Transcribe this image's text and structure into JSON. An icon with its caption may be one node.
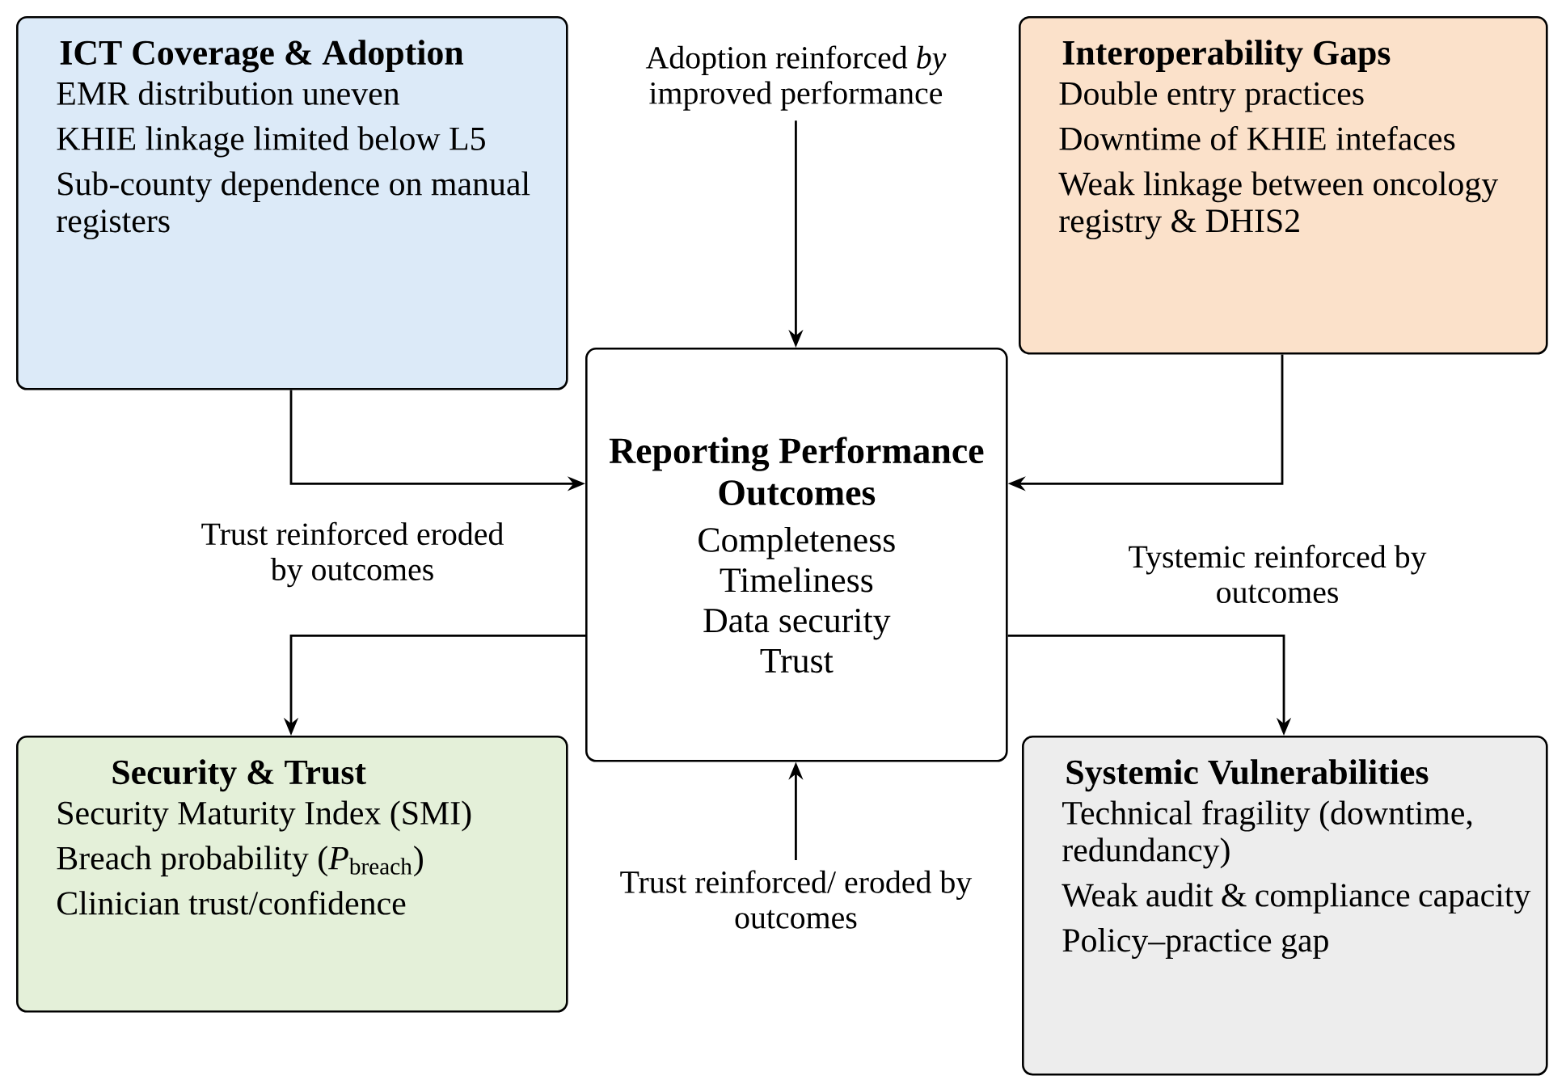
{
  "diagram": {
    "nodes": [
      {
        "text": [
          "ICT Coverage & Adoption",
          "EMR distribution uneven",
          "KHIE linkage limited below L5",
          "Sub-county dependence on manual registers"
        ]
      },
      {
        "text": [
          "Interoperability Gaps",
          "Double entry practices",
          "Downtime of KHIE intefaces",
          "Weak linkage between oncology registry & DHIS2"
        ]
      },
      {
        "text": [
          "Reporting Performance Outcomes",
          "Completeness",
          "Timeliness",
          "Data security",
          "Trust"
        ]
      },
      {
        "text": [
          "Security & Trust",
          "Security Maturity Index (SMI)",
          "Breach probability (*P*$_{breach}$)",
          "Clinician trust/confidence"
        ]
      },
      {
        "text": [
          "Systemic Vulnerabilities",
          "Technical fragility (downtime, redundancy)",
          "Weak audit & compliance capacity",
          "Policy–practice gap"
        ]
      },
      {
        "text": [
          "Adoption reinforced *by* improved performance"
        ]
      },
      {
        "text": [
          "Trust reinforced/ eroded by outcomes"
        ]
      }
    ],
    "edges": [
      {
        "from": 0,
        "to": 2,
        "arrow": "to"
      },
      {
        "from": 1,
        "to": 2,
        "arrow": "to"
      },
      {
        "from": 2,
        "to": 3,
        "arrow": "to",
        "label": "Trust reinforced eroded by outcomes"
      },
      {
        "from": 2,
        "to": 4,
        "arrow": "to",
        "label": "Tystemic reinforced by outcomes"
      },
      {
        "from": 5,
        "to": 2,
        "arrow": "to"
      },
      {
        "from": 6,
        "to": 2,
        "arrow": "to"
      }
    ]
  }
}
